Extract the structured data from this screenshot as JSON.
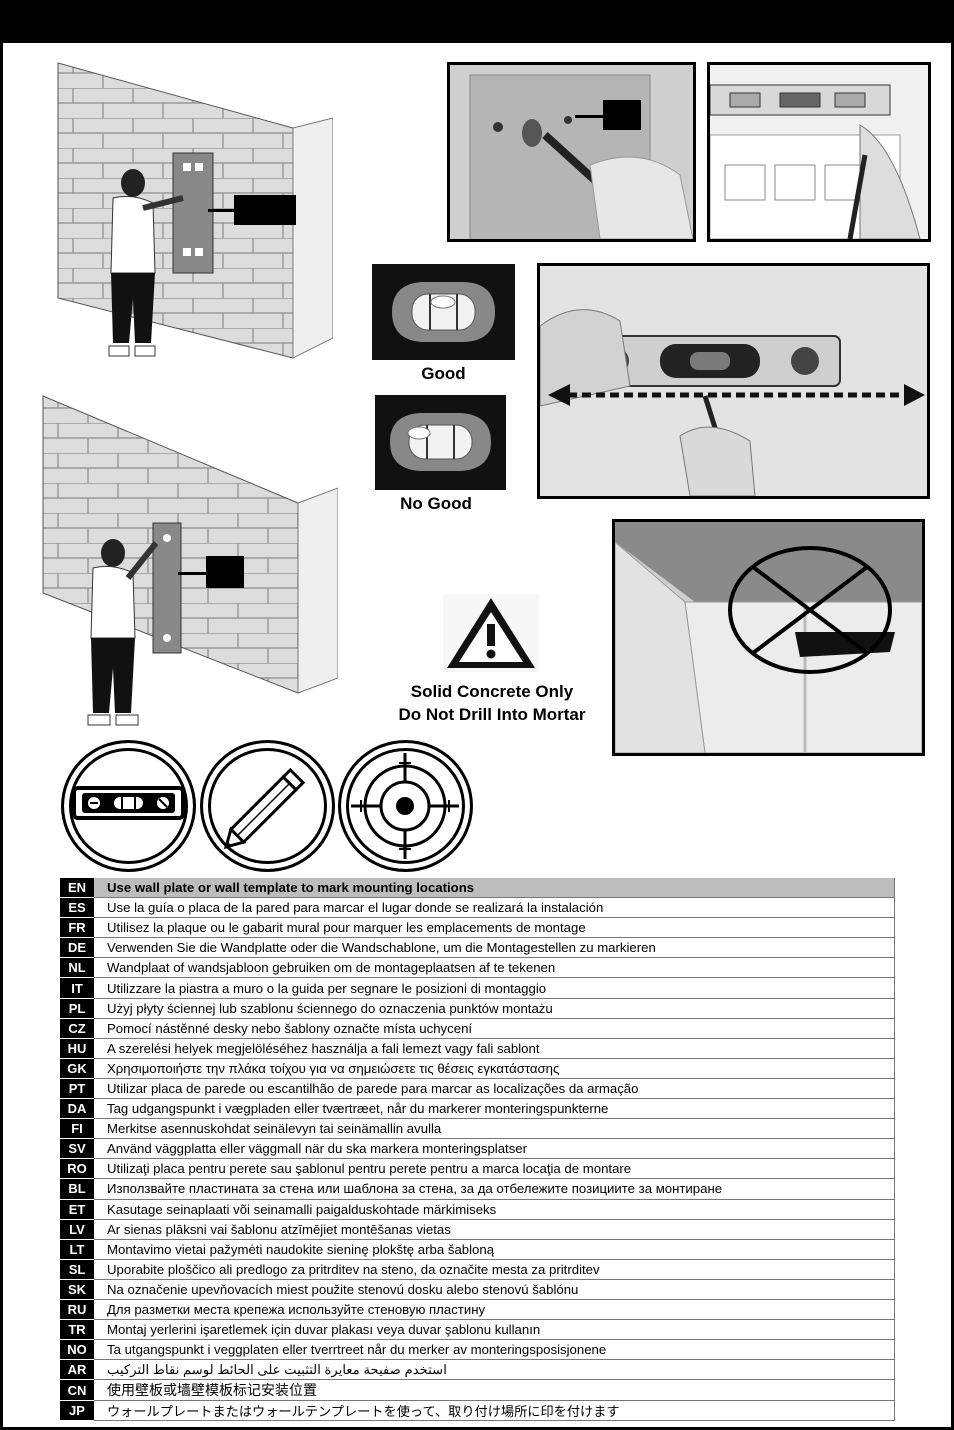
{
  "level_labels": {
    "good": "Good",
    "no_good": "No Good"
  },
  "warning": {
    "line1": "Solid Concrete Only",
    "line2": "Do Not Drill Into Mortar"
  },
  "tool_icons": [
    "level-icon",
    "pencil-icon",
    "crosshair-target-icon"
  ],
  "instructions": [
    {
      "code": "EN",
      "text": "Use wall plate or wall template to mark mounting locations"
    },
    {
      "code": "ES",
      "text": "Use la guía o placa de la pared para marcar el lugar donde se realizará la instalación"
    },
    {
      "code": "FR",
      "text": "Utilisez la plaque ou le gabarit mural pour marquer les emplacements de montage"
    },
    {
      "code": "DE",
      "text": "Verwenden Sie die Wandplatte oder die Wandschablone, um die Montagestellen zu markieren"
    },
    {
      "code": "NL",
      "text": "Wandplaat of wandsjabloon gebruiken om de montageplaatsen af te tekenen"
    },
    {
      "code": "IT",
      "text": "Utilizzare la piastra a muro o la guida per segnare le posizioni di montaggio"
    },
    {
      "code": "PL",
      "text": "Użyj płyty ściennej lub szablonu ściennego do oznaczenia punktów montażu"
    },
    {
      "code": "CZ",
      "text": "Pomocí nástěnné desky nebo šablony označte místa uchycení"
    },
    {
      "code": "HU",
      "text": "A szerelési helyek megjelöléséhez használja a fali lemezt vagy fali sablont"
    },
    {
      "code": "GK",
      "text": "Χρησιμοποιήστε την πλάκα τοίχου για να σημειώσετε τις θέσεις εγκατάστασης"
    },
    {
      "code": "PT",
      "text": "Utilizar placa de parede ou escantilhão de parede para marcar as localizações da armação"
    },
    {
      "code": "DA",
      "text": "Tag udgangspunkt i vægpladen eller tværtræet, når du markerer monteringspunkterne"
    },
    {
      "code": "FI",
      "text": "Merkitse asennuskohdat seinälevyn tai seinämallin avulla"
    },
    {
      "code": "SV",
      "text": "Använd väggplatta eller väggmall när du ska markera monteringsplatser"
    },
    {
      "code": "RO",
      "text": "Utilizaţi placa pentru perete sau şablonul pentru perete pentru a marca locaţia de montare"
    },
    {
      "code": "BL",
      "text": "Използвайте пластината за стена или шаблона за стена, за да отбележите позициите за монтиране"
    },
    {
      "code": "ET",
      "text": "Kasutage seinaplaati või seinamalli paigalduskohtade märkimiseks"
    },
    {
      "code": "LV",
      "text": "Ar sienas plāksni vai šablonu atzīmējiet montēšanas vietas"
    },
    {
      "code": "LT",
      "text": "Montavimo vietai pažymėti naudokite sieninę plokštę arba šabloną"
    },
    {
      "code": "SL",
      "text": "Uporabite ploščico ali predlogo za pritrditev na steno, da označite mesta za pritrditev"
    },
    {
      "code": "SK",
      "text": "Na označenie upevňovacích miest použite stenovú dosku alebo stenovú šablónu"
    },
    {
      "code": "RU",
      "text": "Для разметки места крепежа используйте стеновую пластину"
    },
    {
      "code": "TR",
      "text": "Montaj yerlerini işaretlemek için duvar plakası veya duvar şablonu kullanın"
    },
    {
      "code": "NO",
      "text": "Ta utgangspunkt i veggplaten eller tverrtreet når du merker av monteringsposisjonene"
    },
    {
      "code": "AR",
      "text": "استخدم صفيحة معايرة التثبيت على الحائط لوسم نقاط التركيب"
    },
    {
      "code": "CN",
      "text": "使用壁板或墙壁模板标记安装位置"
    },
    {
      "code": "JP",
      "text": "ウォールプレートまたはウォールテンプレートを使って、取り付け場所に印を付けます"
    }
  ]
}
